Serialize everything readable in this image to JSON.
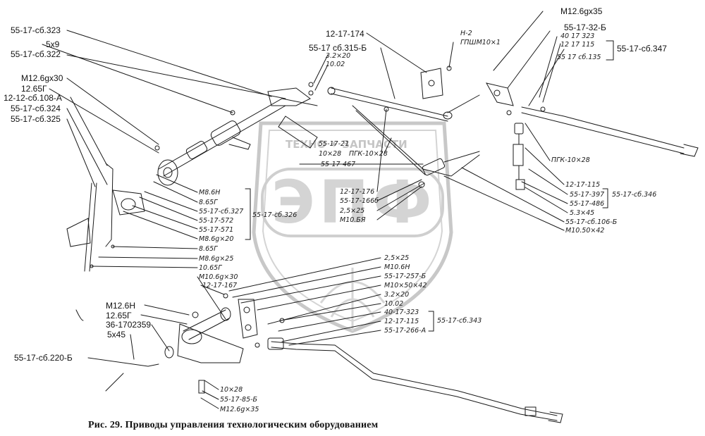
{
  "caption": "Рис. 29. Приводы управления технологическим оборудованием",
  "watermark": {
    "tagline": "ТЕХНО ✦ ЗАПЧАСТИ",
    "logo": "ЭПФ",
    "color": "#9a9a9a"
  },
  "labels": {
    "l01": "55-17-сб.323",
    "l02": "5x9",
    "l03": "55-17-сб.322",
    "l04": "M12.6gx30",
    "l05": "12.65Г",
    "l06": "12-12-сб.108-А",
    "l07": "55-17-сб.324",
    "l08": "55-17-сб.325",
    "l09": "12-17-174",
    "l10": "55-17 сб.315-Б",
    "l11": "3.2×20",
    "l12": "10.02",
    "l13": "Н-2",
    "l14": "ГПШМ10×1",
    "l15": "M12.6gx35",
    "l16": "55-17-32-Б",
    "l17": "40 17 323",
    "l18": "12 17 115",
    "l19": "55 17 сб.135",
    "l20": "55-17-сб.347",
    "l21": "55-17-21",
    "l22": "10×28",
    "l23": "ПГК-10×28",
    "l24": "55-17-467",
    "l25": "M8.6Н",
    "l26": "8.65Г",
    "l27": "55-17-сб.327",
    "l28": "55-17-572",
    "l29": "55-17-571",
    "l30": "M8.6g×20",
    "l31": "8.65Г",
    "l32": "M8.6g×25",
    "l33": "10.65Г",
    "l34": "M10.6g×30",
    "l35": "12-17-167",
    "l36": "55-17-сб.326",
    "l37": "12-17-176",
    "l38": "55-17-166б",
    "l39": "2,5×25",
    "l40": "M10.БЯ",
    "l41": "ПГК-10×28",
    "l42": "12-17-115",
    "l43": "55-17-397",
    "l44": "55-17-486",
    "l45": "5.3×45",
    "l46": "55-17-сб.106-Б",
    "l47": "M10.50×42",
    "l48": "55-17-сб.346",
    "l49": "2,5×25",
    "l50": "M10.6Н",
    "l51": "55-17-257-Б",
    "l52": "M10×50×42",
    "l53": "3.2×20",
    "l54": "10.02",
    "l55": "40-17-323",
    "l56": "12-17-115",
    "l57": "55-17-266-А",
    "l58": "55-17-сб.343",
    "l59": "M12.6Н",
    "l60": "12.65Г",
    "l61": "36-1702359",
    "l62": "5x45",
    "l63": "55-17-сб.220-Б",
    "l64": "10×28",
    "l65": "55-17-85-Б",
    "l66": "M12.6g×35"
  }
}
